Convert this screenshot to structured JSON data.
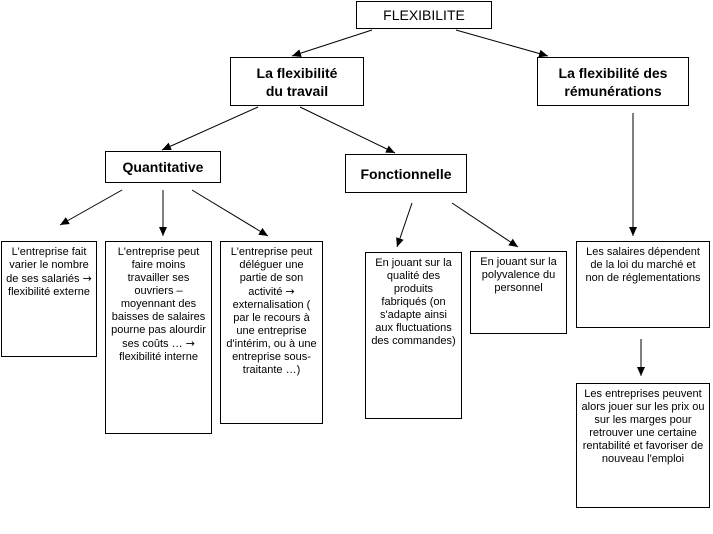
{
  "root": {
    "title": "FLEXIBILITE"
  },
  "travail": {
    "line1": "La flexibilité",
    "line2": "du travail"
  },
  "remunerations": {
    "line1": "La flexibilité des",
    "line2": "rémunérations"
  },
  "quantitative": {
    "title": "Quantitative"
  },
  "fonctionnelle": {
    "title": "Fonctionnelle"
  },
  "leaves": {
    "externe": {
      "text": "L'entreprise fait varier le nombre de ses salariés",
      "arrow": "→",
      "tail": "flexibilité externe"
    },
    "interne": {
      "text": "L'entreprise peut faire moins travailler ses ouvriers – moyennant des baisses de salaires pourne pas alourdir ses coûts …",
      "arrow": "→",
      "tail": "flexibilité interne"
    },
    "externalisation": {
      "text1": "L'entreprise peut déléguer une partie de son activité",
      "arrow": "→",
      "text2": "externalisation ( par le recours à une entreprise d'intérim, ou à une entreprise sous-traitante …)"
    },
    "produits": {
      "text": "En jouant sur la qualité des produits fabriqués (on s'adapte ainsi aux fluctuations des commandes)"
    },
    "polyvalence": {
      "text": "En jouant sur la polyvalence du personnel"
    },
    "salaires": {
      "text": "Les salaires dépendent de la loi du marché et non de réglementations"
    },
    "emploi": {
      "text": "Les entreprises peuvent alors jouer sur les prix ou sur les marges pour retrouver une certaine rentabilité et favoriser de nouveau l'emploi"
    }
  }
}
